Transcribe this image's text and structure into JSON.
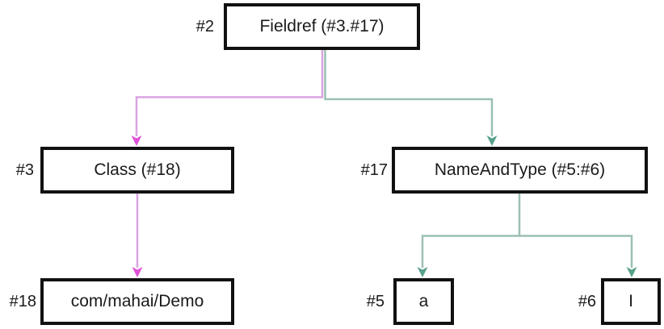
{
  "diagram": {
    "background": "#ffffff",
    "nodes": [
      {
        "id": "fieldref",
        "ref": "#2",
        "label": "Fieldref (#3.#17)"
      },
      {
        "id": "class",
        "ref": "#3",
        "label": "Class (#18)"
      },
      {
        "id": "nameandtype",
        "ref": "#17",
        "label": "NameAndType (#5:#6)"
      },
      {
        "id": "class_name",
        "ref": "#18",
        "label": "com/mahai/Demo"
      },
      {
        "id": "field_name",
        "ref": "#5",
        "label": "a"
      },
      {
        "id": "field_type",
        "ref": "#6",
        "label": "I"
      }
    ],
    "edges": [
      {
        "from": "fieldref",
        "to": "class",
        "color": "magenta"
      },
      {
        "from": "fieldref",
        "to": "nameandtype",
        "color": "teal"
      },
      {
        "from": "class",
        "to": "class_name",
        "color": "magenta"
      },
      {
        "from": "nameandtype",
        "to": "field_name",
        "color": "teal"
      },
      {
        "from": "nameandtype",
        "to": "field_type",
        "color": "teal"
      }
    ],
    "colors": {
      "magenta_line": "#d9a3e0",
      "magenta_arrow": "#e050d8",
      "teal_line": "#9cc0b2",
      "teal_arrow": "#57a18d",
      "box_border": "#111111",
      "text": "#1a1a1a"
    }
  }
}
